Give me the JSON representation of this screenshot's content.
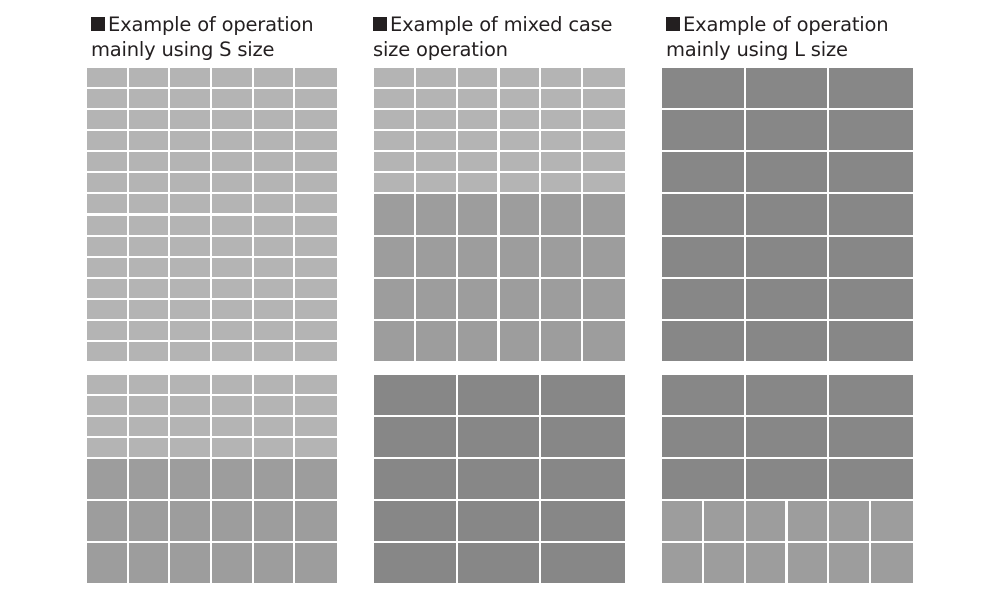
{
  "colors": {
    "s": "#b4b4b4",
    "m": "#9d9d9d",
    "l": "#878787",
    "grid_line": "#ffffff",
    "text": "#231f20"
  },
  "icons": {
    "marker": "black-square-bullet-icon"
  },
  "headings": [
    {
      "line1": "Example of operation",
      "line2": "mainly using S size"
    },
    {
      "line1": "Example of mixed case",
      "line2": "size operation"
    },
    {
      "line1": "Example of operation",
      "line2": "mainly using L size"
    }
  ],
  "rack_examples": [
    {
      "name": "s-size-upper",
      "sections": [
        {
          "size": "S",
          "rows": 14,
          "cols": 6
        }
      ]
    },
    {
      "name": "mixed-upper",
      "sections": [
        {
          "size": "S",
          "rows": 6,
          "cols": 6
        },
        {
          "size": "M",
          "rows": 4,
          "cols": 6
        }
      ]
    },
    {
      "name": "l-size-upper",
      "sections": [
        {
          "size": "L",
          "rows": 7,
          "cols": 3
        }
      ]
    },
    {
      "name": "s-size-lower",
      "sections": [
        {
          "size": "S",
          "rows": 4,
          "cols": 6
        },
        {
          "size": "M",
          "rows": 3,
          "cols": 6
        }
      ]
    },
    {
      "name": "mixed-lower",
      "sections": [
        {
          "size": "L",
          "rows": 5,
          "cols": 3
        }
      ]
    },
    {
      "name": "l-size-lower",
      "sections": [
        {
          "size": "L",
          "rows": 3,
          "cols": 3
        },
        {
          "size": "M",
          "rows": 2,
          "cols": 6
        }
      ]
    }
  ]
}
